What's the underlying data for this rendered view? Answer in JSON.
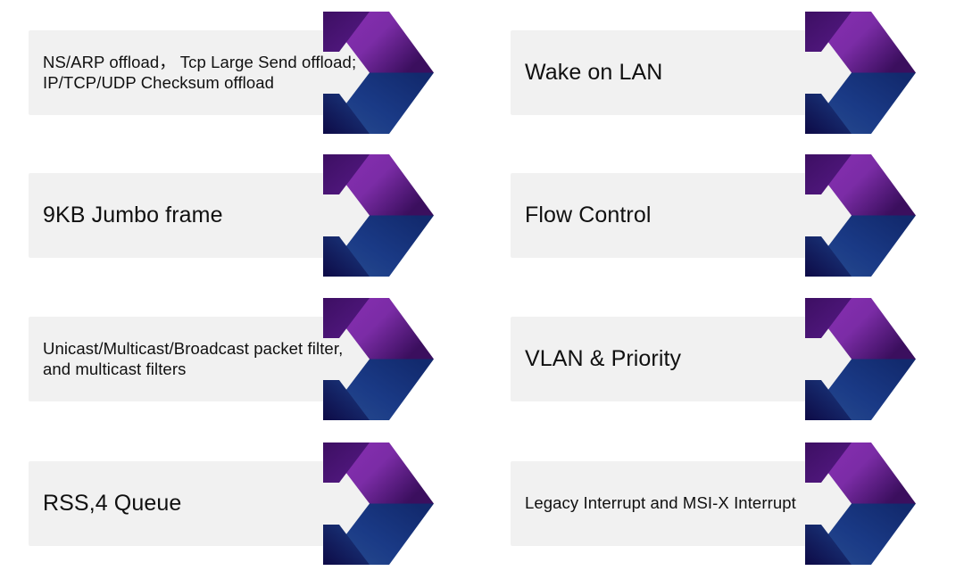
{
  "slide": {
    "layout": "two-column-chevron-list",
    "columns": 2,
    "rows": 4,
    "background_color": "#ffffff",
    "plate_color": "#f1f1f1",
    "text_color": "#101010"
  },
  "arrow_icon": {
    "name": "chevron-arrow-icon",
    "purple_light": "#8b2fb5",
    "purple_mid": "#7b2ca6",
    "purple_dark": "#3b0f5e",
    "purple_fold": "#43106b",
    "navy_light": "#2a4e8f",
    "navy_mid": "#1a3a86",
    "navy_dark": "#122a6e",
    "navy_fold": "#0f0c4a"
  },
  "items": [
    {
      "index": 1,
      "column": "left",
      "row": 1,
      "label": "NS/ARP offload， Tcp Large Send offload; IP/TCP/UDP Checksum offload",
      "size": "md"
    },
    {
      "index": 2,
      "column": "right",
      "row": 1,
      "label": "Wake on LAN",
      "size": "lg"
    },
    {
      "index": 3,
      "column": "left",
      "row": 2,
      "label": "9KB Jumbo frame",
      "size": "lg"
    },
    {
      "index": 4,
      "column": "right",
      "row": 2,
      "label": "Flow Control",
      "size": "lg"
    },
    {
      "index": 5,
      "column": "left",
      "row": 3,
      "label": "Unicast/Multicast/Broadcast packet filter, and multicast filters",
      "size": "md"
    },
    {
      "index": 6,
      "column": "right",
      "row": 3,
      "label": "VLAN & Priority",
      "size": "lg"
    },
    {
      "index": 7,
      "column": "left",
      "row": 4,
      "label": "RSS,4 Queue",
      "size": "lg"
    },
    {
      "index": 8,
      "column": "right",
      "row": 4,
      "label": "Legacy Interrupt and MSI-X Interrupt",
      "size": "md"
    }
  ]
}
